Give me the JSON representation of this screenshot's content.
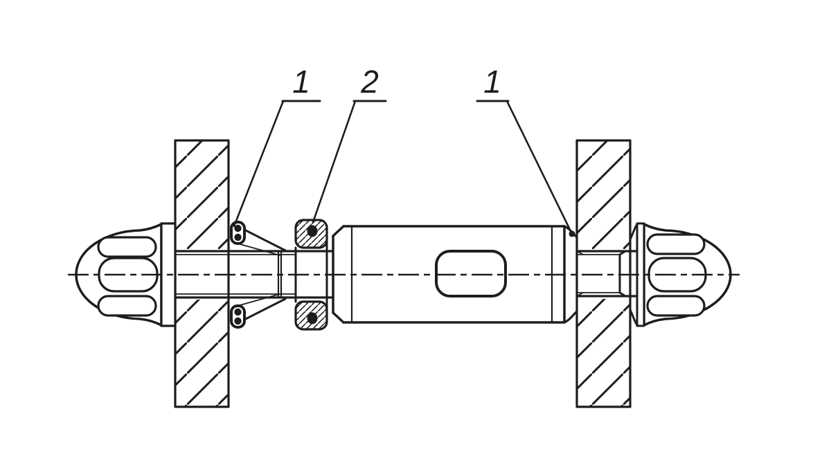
{
  "figure": {
    "callouts": [
      {
        "label": "1"
      },
      {
        "label": "2"
      },
      {
        "label": "1"
      }
    ],
    "colors": {
      "line": "#1d1d1b",
      "background": "#ffffff"
    }
  }
}
